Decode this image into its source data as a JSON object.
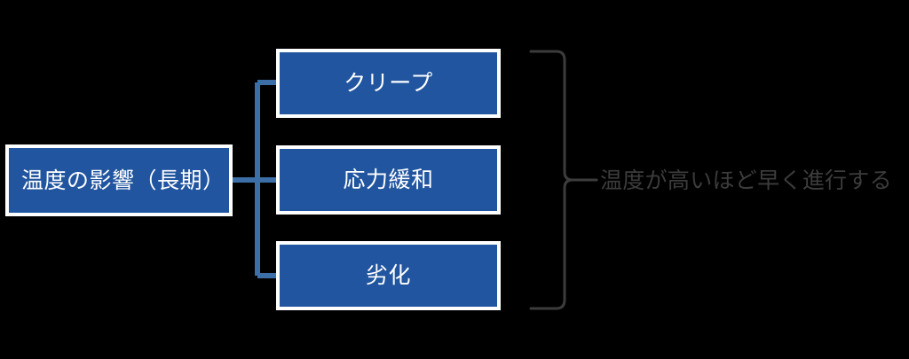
{
  "diagram": {
    "title": "温度の影響（長期）",
    "background_color": "#000000",
    "node_fill_color": "#21559F",
    "node_border_color": "#FFFFFF",
    "node_text_color": "#FFFFFF",
    "connector_color": "#3C6FA8",
    "bracket_color": "#3C3C3C",
    "annotation_text_color": "#3C3C3C",
    "root": {
      "label": "温度の影響（長期）"
    },
    "children": [
      {
        "label": "クリープ"
      },
      {
        "label": "応力緩和"
      },
      {
        "label": "劣化"
      }
    ],
    "annotation": {
      "label": "温度が高いほど早く進行する"
    }
  }
}
